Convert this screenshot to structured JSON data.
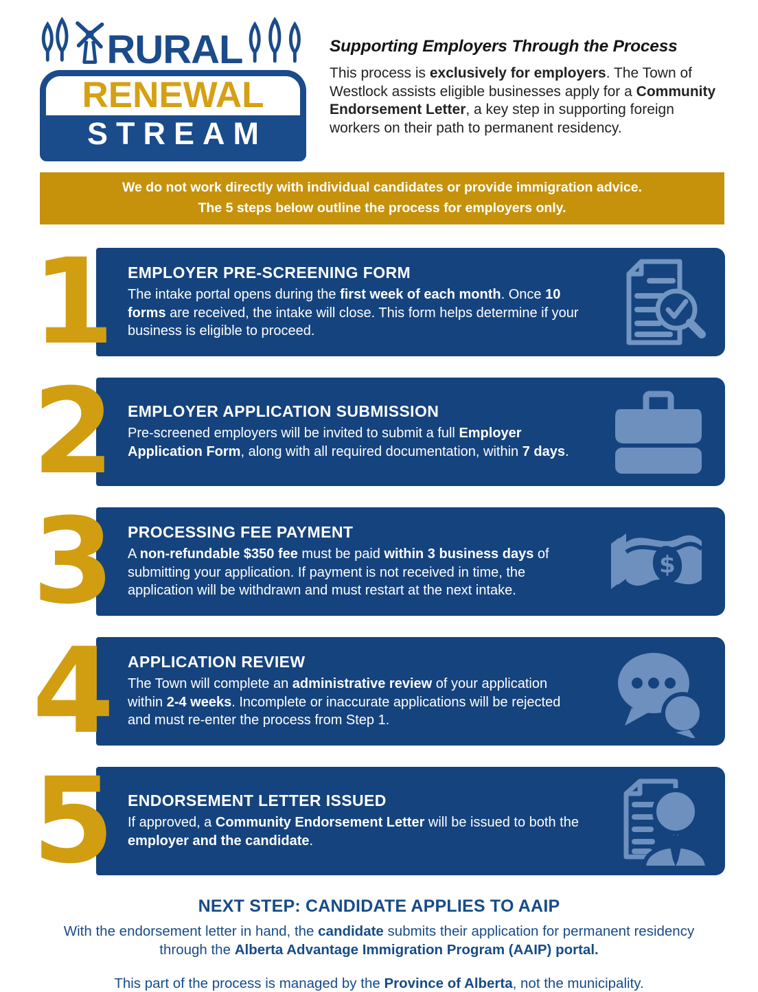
{
  "logo": {
    "rural": "RURAL",
    "renewal": "RENEWAL",
    "stream": "STREAM"
  },
  "header": {
    "title": "Supporting Employers Through the Process",
    "body": [
      {
        "t": "This process is "
      },
      {
        "t": "exclusively for employers",
        "b": true
      },
      {
        "t": ". The Town of Westlock assists eligible businesses apply for a "
      },
      {
        "t": "Community Endorsement Letter",
        "b": true
      },
      {
        "t": ", a key step in supporting foreign workers on their path to permanent residency."
      }
    ]
  },
  "banner": {
    "text": [
      {
        "t": "We do not work directly with individual candidates or provide immigration advice."
      },
      {
        "t": "\n"
      },
      {
        "t": "The 5 steps below outline the process for employers only."
      }
    ]
  },
  "steps": [
    {
      "num": "1",
      "title": "EMPLOYER PRE-SCREENING FORM",
      "icon": "document-search-icon",
      "body": [
        {
          "t": "The intake portal opens during the "
        },
        {
          "t": "first week of each month",
          "b": true
        },
        {
          "t": ". Once "
        },
        {
          "t": "10 forms",
          "b": true
        },
        {
          "t": " are received, the intake will close. This form helps determine if your business is eligible to proceed."
        }
      ]
    },
    {
      "num": "2",
      "title": "EMPLOYER APPLICATION SUBMISSION",
      "icon": "briefcase-icon",
      "body": [
        {
          "t": "Pre-screened employers will be invited to submit a full "
        },
        {
          "t": "Employer Application Form",
          "b": true
        },
        {
          "t": ", along with all required documentation, within "
        },
        {
          "t": "7 days",
          "b": true
        },
        {
          "t": "."
        }
      ]
    },
    {
      "num": "3",
      "title": "PROCESSING FEE PAYMENT",
      "icon": "money-icon",
      "body": [
        {
          "t": "A "
        },
        {
          "t": "non-refundable $350 fee",
          "b": true
        },
        {
          "t": " must be paid "
        },
        {
          "t": "within 3 business days",
          "b": true
        },
        {
          "t": " of submitting your application. If payment is not received in time, the application will be withdrawn and must restart at the next intake."
        }
      ]
    },
    {
      "num": "4",
      "title": "APPLICATION REVIEW",
      "icon": "chat-bubbles-icon",
      "body": [
        {
          "t": "The Town will complete an "
        },
        {
          "t": "administrative review",
          "b": true
        },
        {
          "t": " of your application within "
        },
        {
          "t": "2-4 weeks",
          "b": true
        },
        {
          "t": ". Incomplete or inaccurate applications will be rejected and must re-enter the process from Step 1."
        }
      ]
    },
    {
      "num": "5",
      "title": "ENDORSEMENT LETTER ISSUED",
      "icon": "person-document-icon",
      "body": [
        {
          "t": "If approved, a "
        },
        {
          "t": "Community Endorsement Letter",
          "b": true
        },
        {
          "t": " will be issued to both the "
        },
        {
          "t": "employer and the candidate",
          "b": true
        },
        {
          "t": "."
        }
      ]
    }
  ],
  "footer": {
    "heading": "NEXT STEP: CANDIDATE APPLIES TO AAIP",
    "body": [
      {
        "t": "With the endorsement letter in hand, the "
      },
      {
        "t": "candidate",
        "b": true
      },
      {
        "t": " submits their application for permanent residency through the "
      },
      {
        "t": "Alberta Advantage Immigration Program (AAIP) portal.",
        "b": true
      }
    ],
    "note": [
      {
        "t": "This part of the process is managed by the "
      },
      {
        "t": "Province of Alberta",
        "b": true
      },
      {
        "t": ", not the municipality."
      }
    ]
  },
  "colors": {
    "navy": "#15437e",
    "logo_navy": "#1a4b8a",
    "gold_banner": "#c6920c",
    "gold_number": "#d19e12",
    "gold_renewal": "#d5a013",
    "icon_light_blue": "#6d90be"
  }
}
